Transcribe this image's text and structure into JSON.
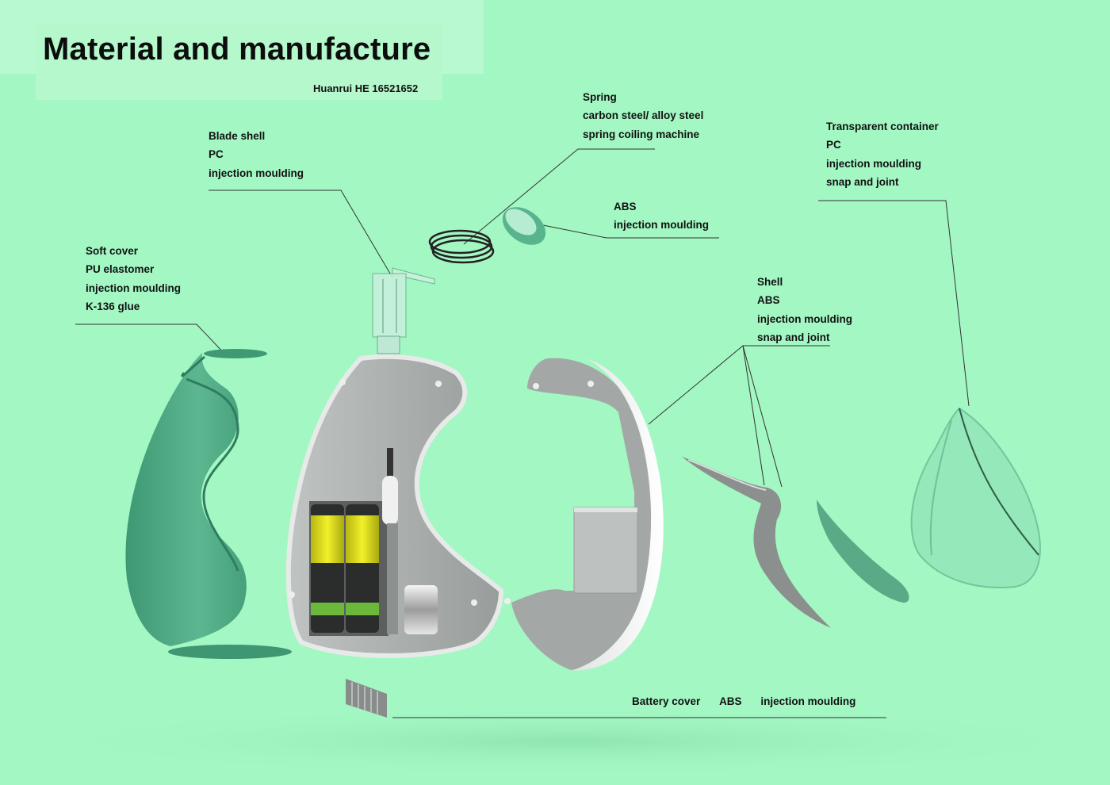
{
  "title": "Material and manufacture",
  "author": "Huanrui HE 16521652",
  "callouts": {
    "spring": {
      "lines": [
        "Spring",
        "carbon steel/ alloy steel",
        "spring coiling machine"
      ]
    },
    "blade_shell": {
      "lines": [
        "Blade shell",
        "PC",
        "injection moulding"
      ]
    },
    "transparent_container": {
      "lines": [
        "Transparent container",
        "PC",
        "injection moulding",
        "snap and joint"
      ]
    },
    "abs_cup": {
      "lines": [
        "ABS",
        "injection moulding"
      ]
    },
    "soft_cover": {
      "lines": [
        "Soft cover",
        "PU elastomer",
        "injection moulding",
        "K-136 glue"
      ]
    },
    "shell": {
      "lines": [
        "Shell",
        "ABS",
        "injection moulding",
        "snap and joint"
      ]
    },
    "battery_cover": {
      "parts": [
        "Battery cover",
        "ABS",
        "injection moulding"
      ]
    }
  },
  "colors": {
    "background": "#a3f7c3",
    "soft_cover_green": "#4ea883",
    "shell_grey": "#a8adab",
    "shell_white": "#f2f4f3",
    "battery_yellow": "#e6e51e",
    "leader_line": "#333333"
  }
}
